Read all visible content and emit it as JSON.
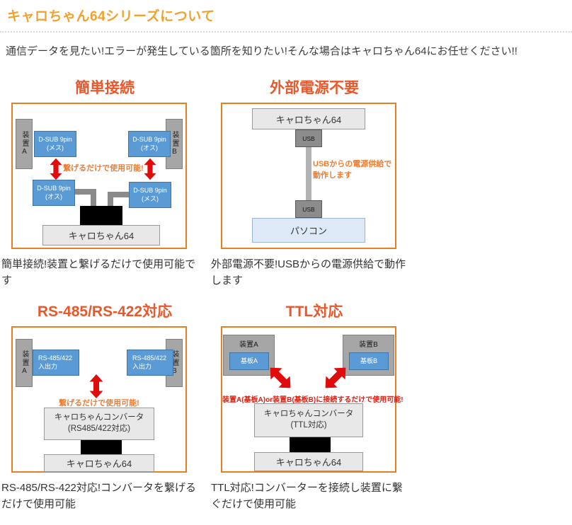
{
  "page": {
    "title": "キャロちゃん64シリーズについて",
    "intro": "通信データを見たい!エラーが発生している箇所を知りたい!そんな場合はキャロちゃん64にお任せください!!"
  },
  "colors": {
    "header_orange": "#f1a22c",
    "panel_border_orange": "#e87e22",
    "panel_title_red": "#e8582b",
    "note_orange": "#ed7d31",
    "note_red": "#e02010",
    "arrow_red": "#e00b0b",
    "blue_box": "#5b9bd5",
    "gray_device": "#a6a6a6",
    "light_gray_box": "#e9e8e8",
    "pc_blue": "#dde9f6"
  },
  "panel_easy": {
    "title": "簡単接続",
    "device_a": "装置A",
    "device_b": "装置B",
    "connector_top_left": "D-SUB 9pin\n(メス)",
    "connector_top_right": "D-SUB 9pin\n(オス)",
    "connector_bottom_left": "D-SUB 9pin\n(オス)",
    "connector_bottom_right": "D-SUB 9pin\n(メス)",
    "note": "繋げるだけで使用可能!",
    "device_label": "キャロちゃん64",
    "caption": "簡単接続!装置と繋げるだけで使用可能です"
  },
  "panel_power": {
    "title": "外部電源不要",
    "device_label": "キャロちゃん64",
    "usb_top": "USB",
    "usb_bottom": "USB",
    "note": "USBからの電源供給で\n動作します",
    "pc_label": "パソコン",
    "caption": "外部電源不要!USBからの電源供給で動作します"
  },
  "panel_rs485": {
    "title": "RS-485/RS-422対応",
    "device_a": "装置A",
    "device_b": "装置B",
    "io_left": "RS-485/422\n入出力",
    "io_right": "RS-485/422\n入出力",
    "note": "繋げるだけで使用可能!",
    "converter_label": "キャロちゃんコンバータ\n(RS485/422対応)",
    "device_label": "キャロちゃん64",
    "caption": "RS-485/RS-422対応!コンバータを繋げるだけで使用可能"
  },
  "panel_ttl": {
    "title": "TTL対応",
    "device_a": "装置A",
    "device_b": "装置B",
    "board_a": "基板A",
    "board_b": "基板B",
    "note": "装置A(基板A)or装置B(基板B)に接続するだけで使用可能!",
    "converter_label": "キャロちゃんコンバータ\n(TTL対応)",
    "device_label": "キャロちゃん64",
    "caption": "TTL対応!コンバーターを接続し装置に繋ぐだけで使用可能"
  }
}
